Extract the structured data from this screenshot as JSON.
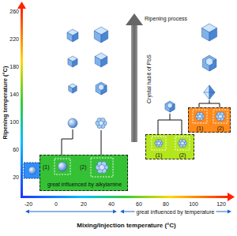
{
  "diagram": {
    "nodes": [
      {
        "text": [
          "(1)",
          "(2)",
          "great influenced by alkylamine"
        ]
      },
      {
        "text": [
          "(1)",
          "(2)"
        ]
      },
      {
        "text": [
          "(1)",
          "(2)"
        ]
      }
    ],
    "labels": [
      "Ripening temperature (°C)",
      "260",
      "220",
      "180",
      "140",
      "100",
      "60",
      "20",
      "Ripening process",
      "Crystal habit of PbS",
      "-20",
      "0",
      "20",
      "40",
      "60",
      "80",
      "100",
      "120",
      "great influenced by temperature",
      "Mixing/Injection temperature (°C)"
    ]
  }
}
